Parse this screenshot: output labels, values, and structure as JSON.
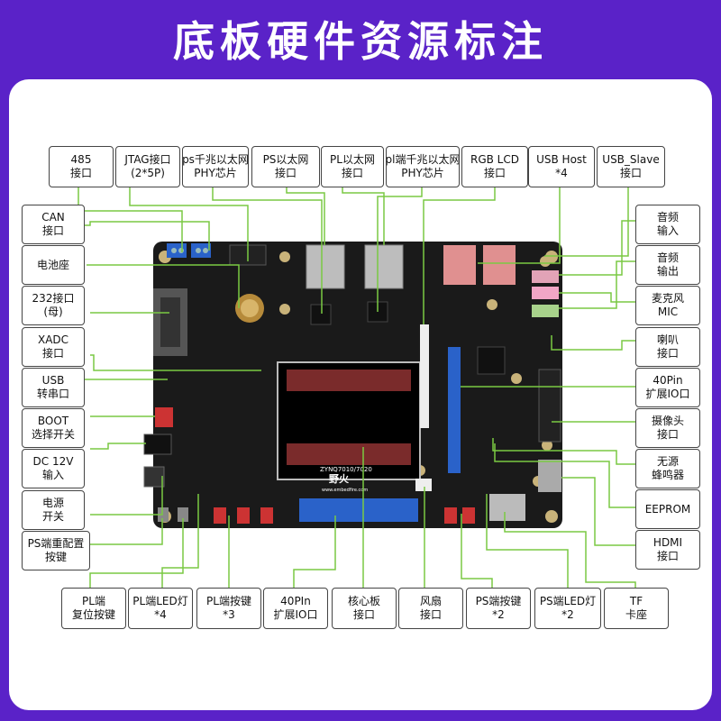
{
  "title": "底板硬件资源标注",
  "colors": {
    "background": "#5a22c8",
    "panel": "#ffffff",
    "leader_line": "#7ac943",
    "board": "#1a1a1a",
    "pin_header": "#2a62c9",
    "board_connector": "#7a2b2b"
  },
  "board_silkscreen": {
    "model": "ZYNQ7010/7020",
    "brand": "野火",
    "website": "www.embedfire.com"
  },
  "labels": {
    "rs485": [
      "485",
      "接口"
    ],
    "jtag": [
      "JTAG接口",
      "(2*5P)"
    ],
    "ps_gbe_phy": [
      "ps千兆以太网",
      "PHY芯片"
    ],
    "ps_eth": [
      "PS以太网",
      "接口"
    ],
    "pl_eth": [
      "PL以太网",
      "接口"
    ],
    "pl_gbe_phy": [
      "pl端千兆以太网",
      "PHY芯片"
    ],
    "rgb_lcd": [
      "RGB LCD",
      "接口"
    ],
    "usb_host": [
      "USB Host",
      "*4"
    ],
    "usb_slave": [
      "USB_Slave",
      "接口"
    ],
    "can": [
      "CAN",
      "接口"
    ],
    "battery": [
      "电池座"
    ],
    "rs232": [
      "232接口",
      "(母)"
    ],
    "xadc": [
      "XADC",
      "接口"
    ],
    "usb_uart": [
      "USB",
      "转串口"
    ],
    "boot": [
      "BOOT",
      "选择开关"
    ],
    "dc12v": [
      "DC 12V",
      "输入"
    ],
    "power_switch": [
      "电源",
      "开关"
    ],
    "ps_reconfig": [
      "PS端重配置",
      "按键"
    ],
    "audio_in": [
      "音频",
      "输入"
    ],
    "audio_out": [
      "音频",
      "输出"
    ],
    "mic": [
      "麦克风",
      "MIC"
    ],
    "speaker": [
      "喇叭",
      "接口"
    ],
    "exp40_right": [
      "40Pin",
      "扩展IO口"
    ],
    "camera": [
      "摄像头",
      "接口"
    ],
    "buzzer": [
      "无源",
      "蜂鸣器"
    ],
    "eeprom": [
      "EEPROM"
    ],
    "hdmi": [
      "HDMI",
      "接口"
    ],
    "pl_reset": [
      "PL端",
      "复位按键"
    ],
    "pl_led": [
      "PL端LED灯",
      "*4"
    ],
    "pl_key": [
      "PL端按键",
      "*3"
    ],
    "exp40_bottom": [
      "40PIn",
      "扩展IO口"
    ],
    "core_board": [
      "核心板",
      "接口"
    ],
    "fan": [
      "风扇",
      "接口"
    ],
    "ps_key": [
      "PS端按键",
      "*2"
    ],
    "ps_led": [
      "PS端LED灯",
      "*2"
    ],
    "tf": [
      "TF",
      "卡座"
    ]
  }
}
